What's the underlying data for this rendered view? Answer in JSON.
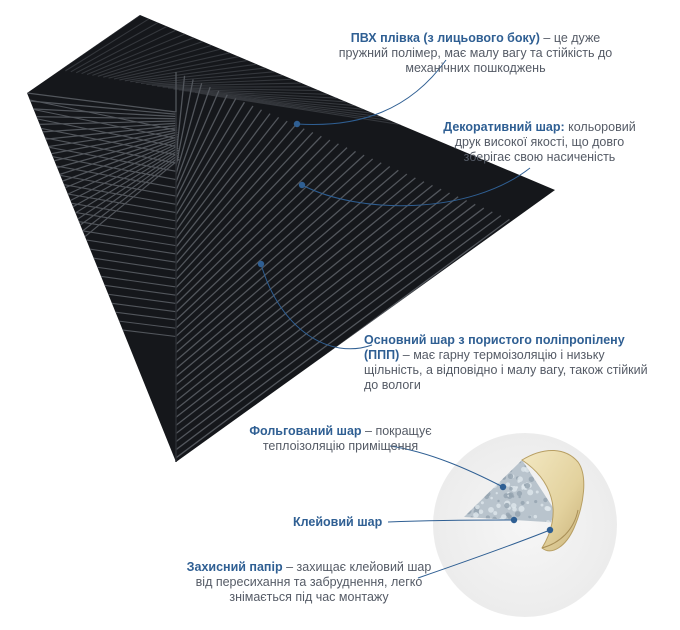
{
  "annotations": {
    "pvc": {
      "title": "ПВХ плівка (з лицьового боку)",
      "text": "– це дуже пружний полімер, має малу вагу та стійкість до механічних пошкоджень"
    },
    "decor": {
      "title": "Декоративний шар:",
      "text": "кольоровий друк високої якості, що довго зберігає свою насиченість"
    },
    "base": {
      "title": "Основний шар з пористого поліпропілену (ППП)",
      "text": "– має гарну термоізоляцію і низьку щільність, а відповідно і малу вагу, також стійкий до вологи"
    },
    "foil": {
      "title": "Фольгований шар",
      "text": "– покращує теплоізоляцію приміщення"
    },
    "adhesive": {
      "title": "Клейовий шар",
      "text": ""
    },
    "paper": {
      "title": "Захисний папір",
      "text": "– захищає клейовий шар від пересихання та забруднення, легко знімається під час монтажу"
    }
  },
  "colors": {
    "panel": "#15171b",
    "groove_light": "#52565c",
    "leader": "#2f5f93",
    "title": "#2f5f93",
    "body_text": "#555b66",
    "foil": "#b7c3cc",
    "paper": "#e9dcb1"
  }
}
